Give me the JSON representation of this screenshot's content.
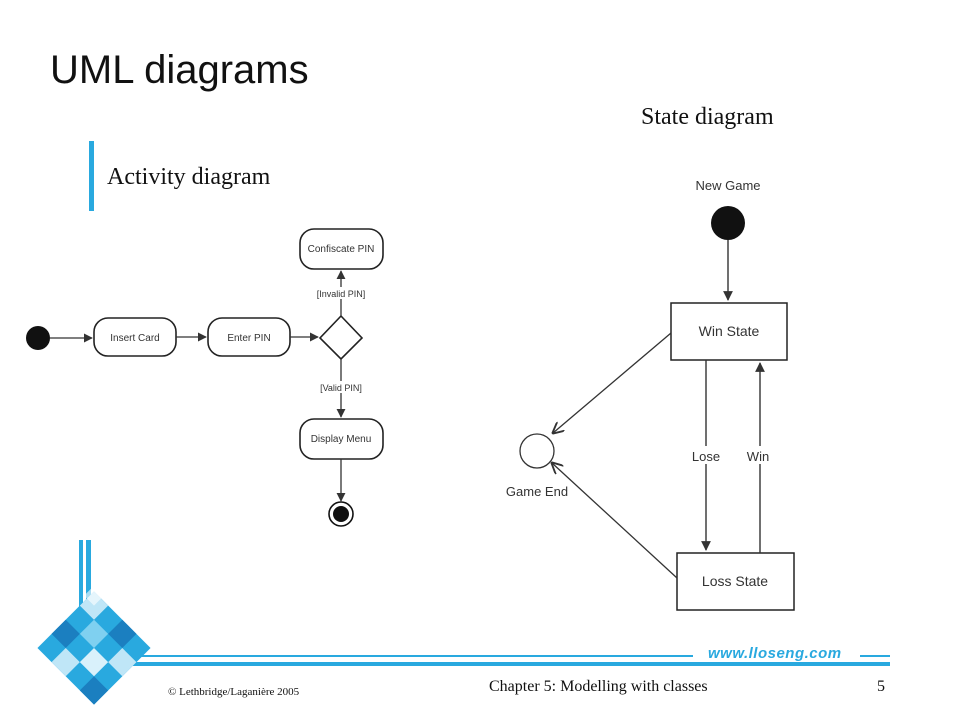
{
  "slide": {
    "title": "UML diagrams",
    "state_heading": "State diagram",
    "activity_heading": "Activity diagram",
    "footer_left": "© Lethbridge/Laganière 2005",
    "footer_center": "Chapter 5: Modelling with classes",
    "page_number": "5",
    "website": "www.lloseng.com"
  },
  "colors": {
    "accent": "#29a9df",
    "accent_dark": "#1b7fc0",
    "line": "#333333"
  },
  "activity_diagram": {
    "nodes": {
      "insert_card": "Insert Card",
      "enter_pin": "Enter PIN",
      "confiscate_pin": "Confiscate PIN",
      "display_menu": "Display Menu"
    },
    "guards": {
      "invalid_pin": "[Invalid PIN]",
      "valid_pin": "[Valid PIN]"
    }
  },
  "state_diagram": {
    "initial_label": "New Game",
    "states": {
      "win_state": "Win State",
      "loss_state": "Loss State"
    },
    "transitions": {
      "lose": "Lose",
      "win": "Win"
    },
    "final_label": "Game End"
  }
}
